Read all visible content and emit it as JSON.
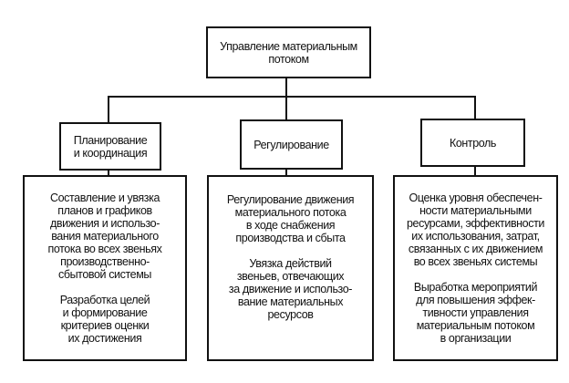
{
  "root": {
    "label": "Управление материальным\nпотоком"
  },
  "branches": [
    {
      "label": "Планирование\nи координация",
      "details": [
        "Составление и увязка\nпланов и графиков\nдвижения и использо-\nвания материального\nпотока во всех звеньях\nпроизводственно-\nсбытовой системы",
        "Разработка целей\nи формирование\nкритериев оценки\nих достижения"
      ]
    },
    {
      "label": "Регулирование",
      "details": [
        "Регулирование движения\nматериального потока\nв ходе снабжения\nпроизводства и сбыта",
        "Увязка действий\nзвеньев, отвечающих\nза движение и использо-\nвание материальных\nресурсов"
      ]
    },
    {
      "label": "Контроль",
      "details": [
        "Оценка уровня обеспечен-\nности материальными\nресурсами, эффективности\nих использования, затрат,\nсвязанных с их движением\nво всех звеньях системы",
        "Выработка мероприятий\nдля повышения эффек-\nтивности управления\nматериальным потоком\nв организации"
      ]
    }
  ]
}
